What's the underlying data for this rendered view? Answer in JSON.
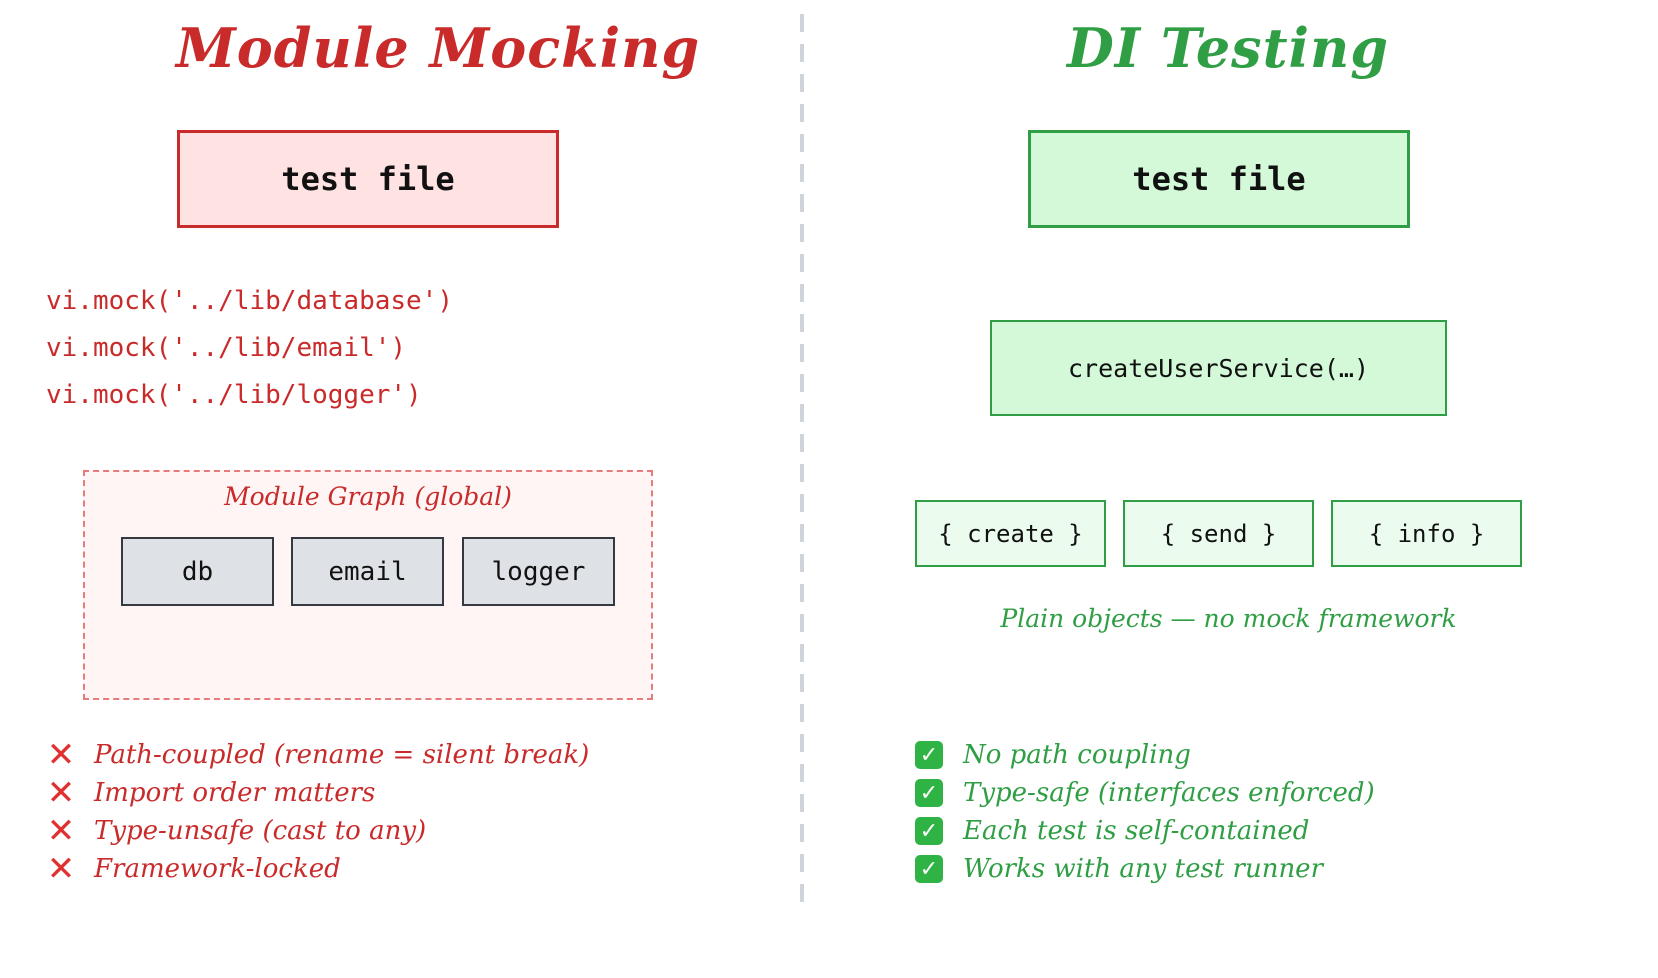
{
  "left": {
    "title": "Module Mocking",
    "test_file": "test file",
    "mock_lines": [
      "vi.mock('../lib/database')",
      "vi.mock('../lib/email')",
      "vi.mock('../lib/logger')"
    ],
    "graph": {
      "label": "Module Graph (global)",
      "nodes": [
        "db",
        "email",
        "logger"
      ]
    },
    "cons": [
      "Path-coupled (rename = silent break)",
      "Import order matters",
      "Type-unsafe (cast to any)",
      "Framework-locked"
    ],
    "cons_icon": "x-mark-icon"
  },
  "right": {
    "title": "DI Testing",
    "test_file": "test file",
    "factory": "createUserService(…)",
    "objects": [
      "{ create }",
      "{ send }",
      "{ info }"
    ],
    "note": "Plain objects — no mock framework",
    "pros": [
      "No path coupling",
      "Type-safe (interfaces enforced)",
      "Each test is self-contained",
      "Works with any test runner"
    ],
    "pros_icon": "check-mark-icon"
  },
  "colors": {
    "red": "#c92a2a",
    "red_fill": "#ffe3e3",
    "green": "#2f9e44",
    "green_fill": "#d3f9d8",
    "node_fill": "#dee2e6"
  }
}
